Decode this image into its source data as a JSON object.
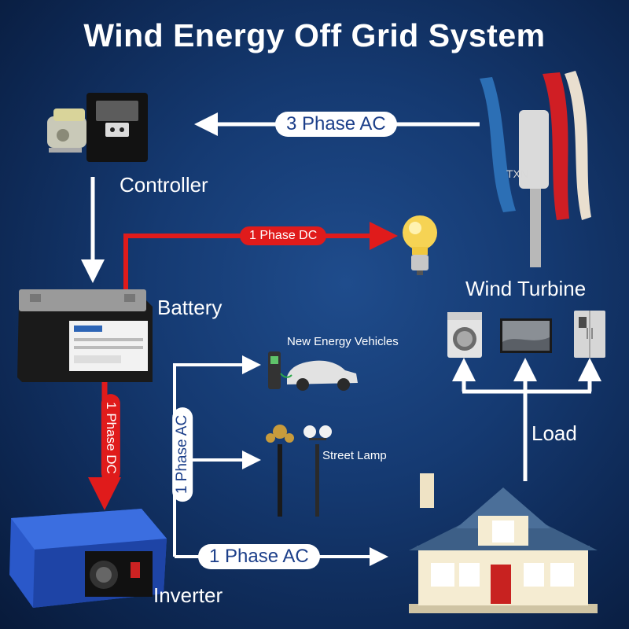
{
  "title": "Wind Energy Off Grid System",
  "nodes": {
    "controller": "Controller",
    "battery": "Battery",
    "wind_turbine": "Wind Turbine",
    "inverter": "Inverter",
    "load": "Load",
    "new_energy_vehicles": "New Energy Vehicles",
    "street_lamp": "Street Lamp"
  },
  "connections": {
    "turbine_to_controller": "3 Phase AC",
    "battery_to_bulb": "1 Phase DC",
    "battery_to_inverter": "1 Phase DC",
    "inverter_branch": "1 Phase AC",
    "inverter_to_house": "1 Phase AC"
  },
  "brand_mark": "TXN",
  "colors": {
    "background": "#153a72",
    "arrow_white": "#ffffff",
    "arrow_red": "#e01b1b",
    "pill_text": "#1c3f8a"
  }
}
